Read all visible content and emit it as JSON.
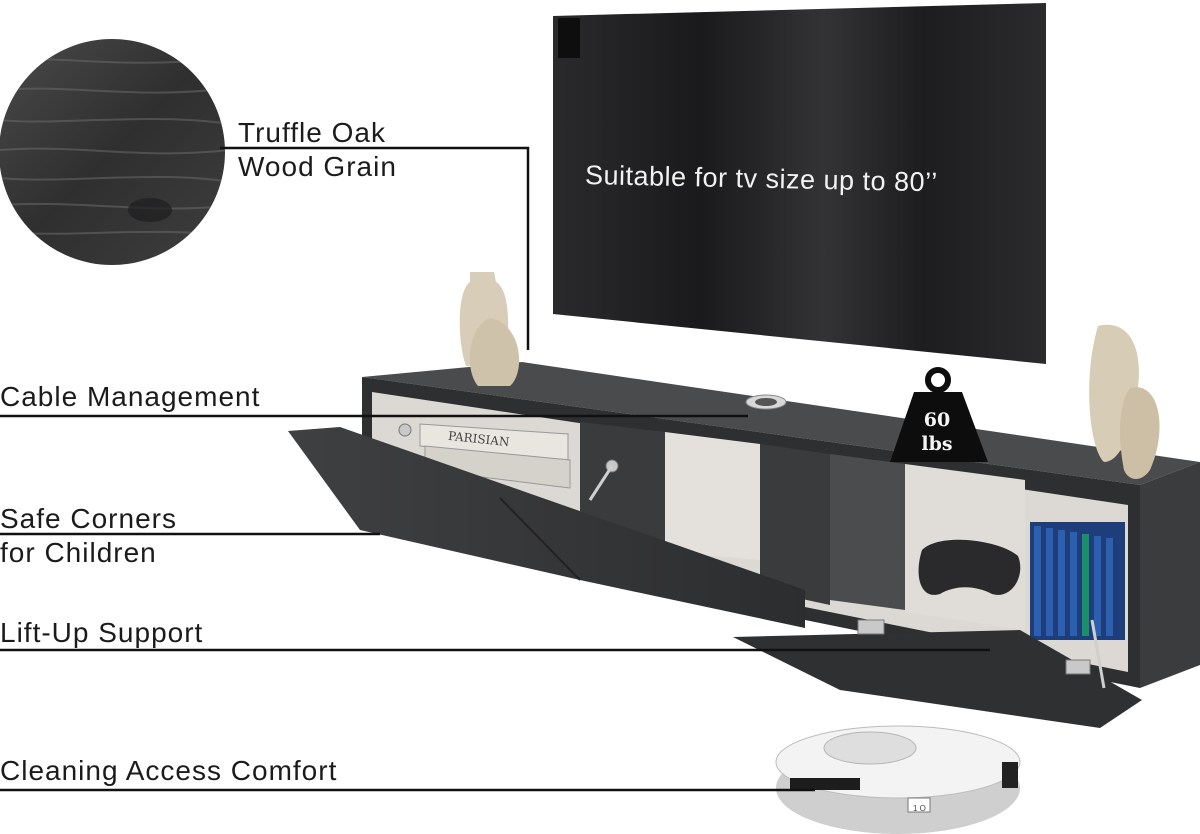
{
  "callouts": {
    "wood_grain": [
      "Truffle Oak",
      "Wood Grain"
    ],
    "cable": "Cable Management",
    "safe_corners": [
      "Safe Corners",
      "for Children"
    ],
    "lift_up": "Lift-Up Support",
    "cleaning": "Cleaning Access Comfort"
  },
  "tv": {
    "caption": "Suitable for tv size up to 80’’"
  },
  "weight_tag": {
    "value": "60",
    "unit": "lbs"
  },
  "book_spine": "PARISIAN",
  "robot_button": "1 O",
  "colors": {
    "cabinet": "#3a3b3d",
    "cabinet_dark": "#2a2b2d",
    "tv_screen": "#1c1c1e",
    "interior": "#dedbd6",
    "callout_line": "#111111",
    "robot_body": "#f1f1f1"
  }
}
